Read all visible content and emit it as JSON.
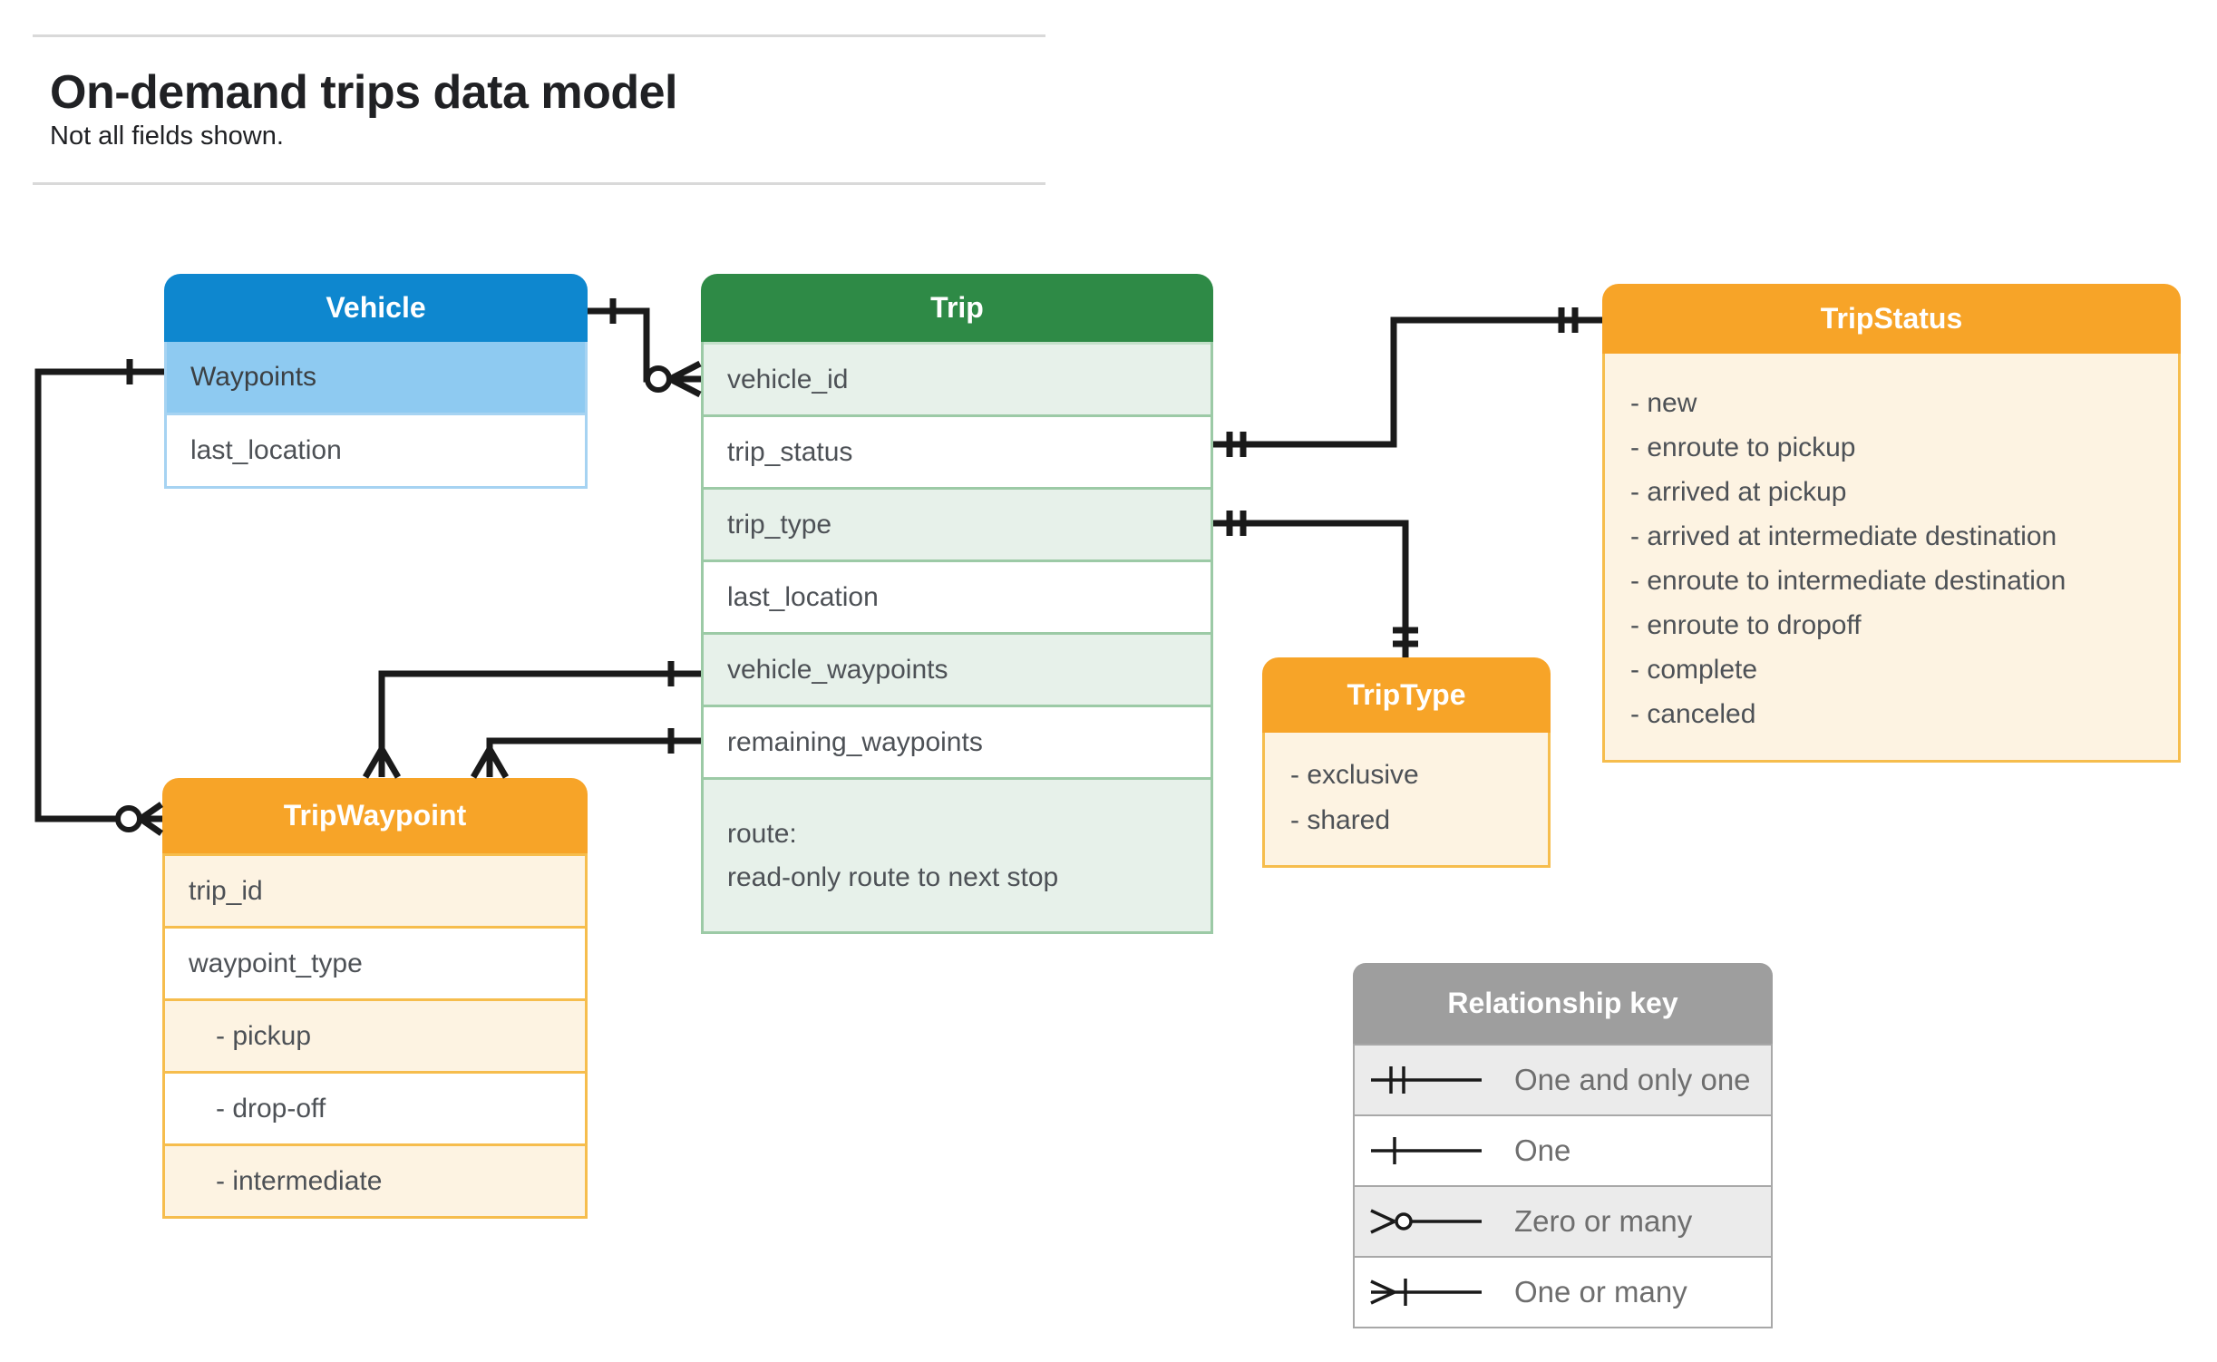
{
  "page": {
    "title": "On-demand trips data model",
    "subtitle": "Not all fields shown."
  },
  "tables": {
    "vehicle": {
      "title": "Vehicle",
      "rows": [
        "Waypoints",
        "last_location"
      ]
    },
    "trip": {
      "title": "Trip",
      "rows": [
        "vehicle_id",
        "trip_status",
        "trip_type",
        "last_location",
        "vehicle_waypoints",
        "remaining_waypoints"
      ],
      "route_row": {
        "line1": "route:",
        "line2": "read-only route to next stop"
      }
    },
    "trip_status": {
      "title": "TripStatus",
      "items": [
        "- new",
        "- enroute to pickup",
        "- arrived at pickup",
        "- arrived at intermediate destination",
        "- enroute to intermediate destination",
        "- enroute to dropoff",
        "- complete",
        "- canceled"
      ]
    },
    "trip_type": {
      "title": "TripType",
      "items": [
        "- exclusive",
        "- shared"
      ]
    },
    "trip_waypoint": {
      "title": "TripWaypoint",
      "rows": [
        "trip_id",
        "waypoint_type",
        "- pickup",
        "- drop-off",
        "- intermediate"
      ]
    }
  },
  "legend": {
    "title": "Relationship key",
    "rows": [
      {
        "symbol": "one-and-only-one",
        "label": "One and only one"
      },
      {
        "symbol": "one",
        "label": "One"
      },
      {
        "symbol": "zero-or-many",
        "label": "Zero or many"
      },
      {
        "symbol": "one-or-many",
        "label": "One or many"
      }
    ]
  },
  "theme": {
    "blue": "#0e87cf",
    "blue-light": "#8ecaf1",
    "green": "#2e8a46",
    "green-light": "#e7f1ea",
    "orange": "#f7a428",
    "cream": "#fdf3e2",
    "gray": "#9e9e9e",
    "gray-light": "#ebebeb",
    "ink": "#1a1a1a",
    "text": "#4d5156"
  }
}
